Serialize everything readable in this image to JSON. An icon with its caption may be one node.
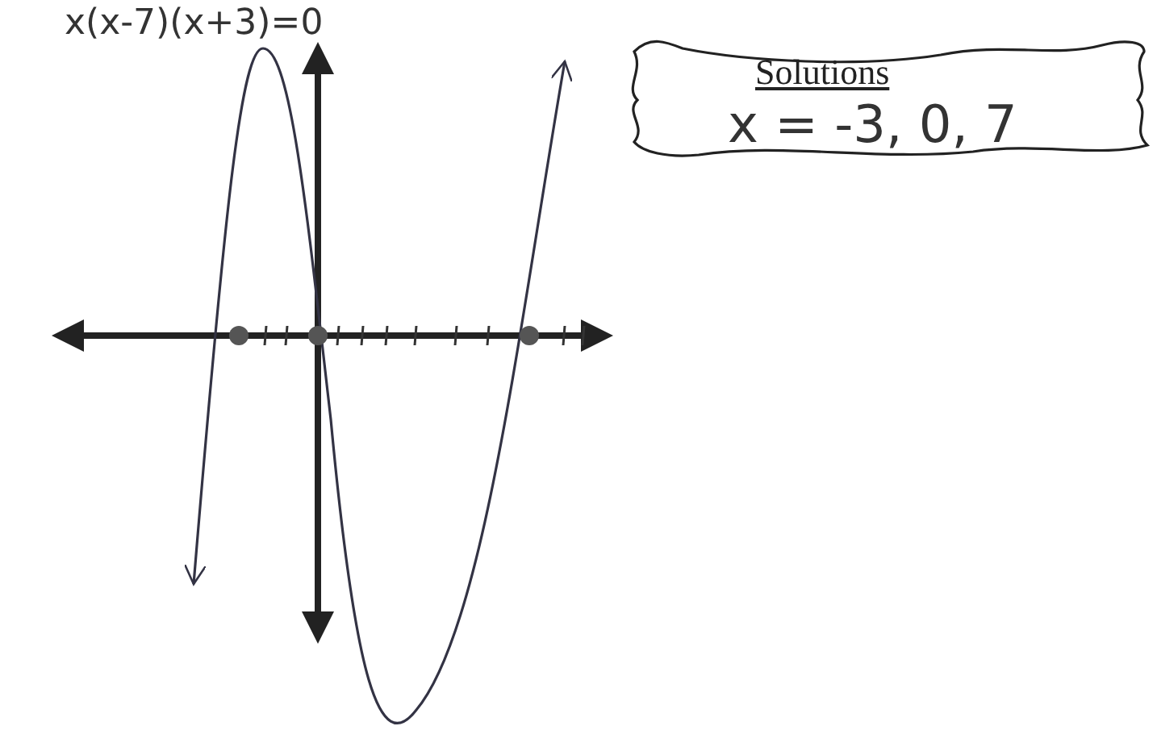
{
  "diagram": {
    "nodes": [
      {
        "text": [
          "Solutions",
          "x = -3, 0, 7"
        ]
      }
    ],
    "labels": [
      "x(x-7)(x+3)=0"
    ]
  }
}
